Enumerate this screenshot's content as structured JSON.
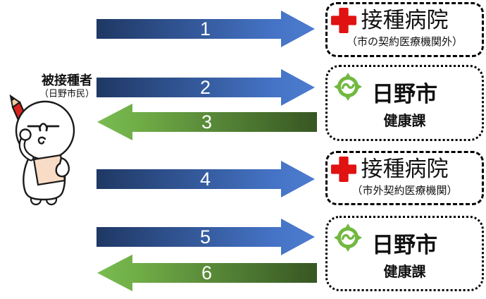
{
  "actor": {
    "title": "被接種者",
    "subtitle": "（日野市民）"
  },
  "arrows": [
    {
      "label": "1",
      "direction": "right"
    },
    {
      "label": "2",
      "direction": "right"
    },
    {
      "label": "3",
      "direction": "left"
    },
    {
      "label": "4",
      "direction": "right"
    },
    {
      "label": "5",
      "direction": "right"
    },
    {
      "label": "6",
      "direction": "left"
    }
  ],
  "boxes": [
    {
      "icon": "red-cross-icon",
      "border": "dashed",
      "title": "接種病院",
      "subtitle": "（市の契約医療機関外）"
    },
    {
      "icon": "hino-city-emblem-icon",
      "border": "dotted",
      "title": "日野市",
      "subtitle": "健康課"
    },
    {
      "icon": "red-cross-icon",
      "border": "dashed",
      "title": "接種病院",
      "subtitle": "（市外契約医療機関）"
    },
    {
      "icon": "hino-city-emblem-icon",
      "border": "dotted",
      "title": "日野市",
      "subtitle": "健康課"
    }
  ],
  "colors": {
    "blue_dark": "#1F3864",
    "blue_mid": "#4472C4",
    "blue_light": "#4E7CD0",
    "green_light": "#79BC51",
    "green_mid": "#70AD47",
    "green_dark": "#375623",
    "red_cross": "#E01212",
    "hino_green": "#72B840",
    "pencil_red": "#D9251D",
    "pencil_wood": "#F2CF9E",
    "paper": "#F8DCC6",
    "outline": "#1A1A1A",
    "number_text": "#FFFFFF"
  }
}
